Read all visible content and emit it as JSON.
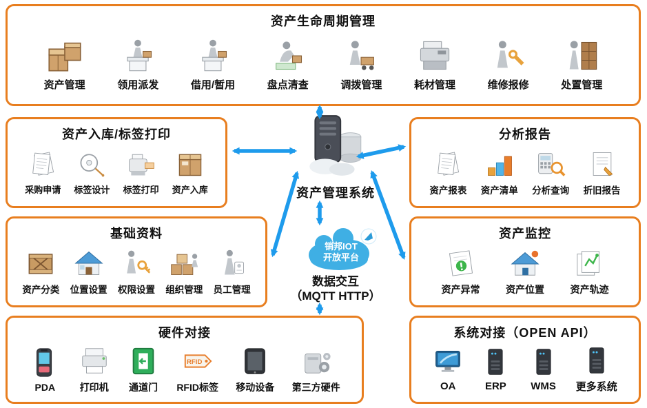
{
  "colors": {
    "panel_border_orange": "#E87E1F",
    "arrow_blue": "#1E9BEC",
    "cloud_blue": "#3FAFE4",
    "text_dark": "#111111"
  },
  "center": {
    "system_label": "资产管理系统",
    "cloud": {
      "line1": "销邦IOT",
      "line2": "开放平台"
    },
    "exchange": {
      "line1": "数据交互",
      "line2": "（MQTT HTTP）"
    }
  },
  "panels": {
    "lifecycle": {
      "title": "资产生命周期管理",
      "items": [
        {
          "label": "资产管理",
          "icon": "boxes"
        },
        {
          "label": "领用派发",
          "icon": "person-desk"
        },
        {
          "label": "借用/暂用",
          "icon": "person-desk"
        },
        {
          "label": "盘点清查",
          "icon": "person-scan"
        },
        {
          "label": "调拨管理",
          "icon": "person-move"
        },
        {
          "label": "耗材管理",
          "icon": "copier"
        },
        {
          "label": "维修报修",
          "icon": "person-repair"
        },
        {
          "label": "处置管理",
          "icon": "person-shelf"
        }
      ]
    },
    "labeling": {
      "title": "资产入库/标签打印",
      "items": [
        {
          "label": "采购申请",
          "icon": "documents"
        },
        {
          "label": "标签设计",
          "icon": "tag-design"
        },
        {
          "label": "标签打印",
          "icon": "label-printer"
        },
        {
          "label": "资产入库",
          "icon": "asset-box"
        }
      ]
    },
    "reports": {
      "title": "分析报告",
      "items": [
        {
          "label": "资产报表",
          "icon": "documents"
        },
        {
          "label": "资产清单",
          "icon": "chart-blocks"
        },
        {
          "label": "分析查询",
          "icon": "calc-search"
        },
        {
          "label": "折旧报告",
          "icon": "report-doc"
        }
      ]
    },
    "basic": {
      "title": "基础资料",
      "items": [
        {
          "label": "资产分类",
          "icon": "crate"
        },
        {
          "label": "位置设置",
          "icon": "house"
        },
        {
          "label": "权限设置",
          "icon": "person-key"
        },
        {
          "label": "组织管理",
          "icon": "org-boxes"
        },
        {
          "label": "员工管理",
          "icon": "person-badge"
        }
      ]
    },
    "monitor": {
      "title": "资产监控",
      "items": [
        {
          "label": "资产异常",
          "icon": "alert-doc"
        },
        {
          "label": "资产位置",
          "icon": "house-pin"
        },
        {
          "label": "资产轨迹",
          "icon": "track-docs"
        }
      ]
    },
    "hardware": {
      "title": "硬件对接",
      "items": [
        {
          "label": "PDA",
          "icon": "pda"
        },
        {
          "label": "打印机",
          "icon": "printer"
        },
        {
          "label": "通道门",
          "icon": "gate"
        },
        {
          "label": "RFID标签",
          "icon": "rfid-tag",
          "icon_text": "RFID"
        },
        {
          "label": "移动设备",
          "icon": "tablet"
        },
        {
          "label": "第三方硬件",
          "icon": "gear-device"
        }
      ]
    },
    "integration": {
      "title": "系统对接（OPEN API）",
      "items": [
        {
          "label": "OA",
          "icon": "monitor-oa"
        },
        {
          "label": "ERP",
          "icon": "server-tower"
        },
        {
          "label": "WMS",
          "icon": "server-tower"
        },
        {
          "label": "更多系统",
          "icon": "server-tower"
        }
      ]
    }
  }
}
